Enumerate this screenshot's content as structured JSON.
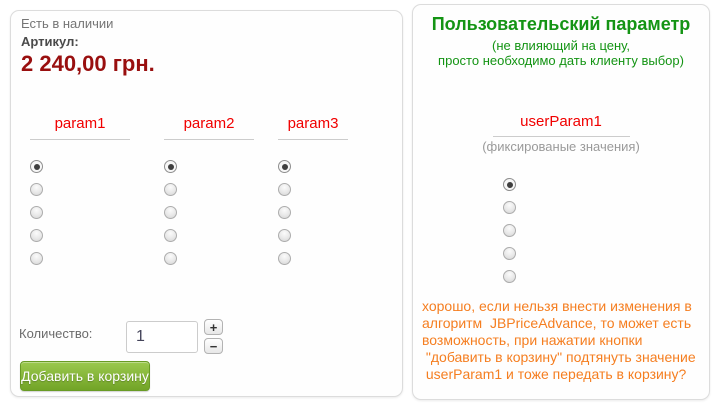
{
  "colors": {
    "panel_border": "#dcdcdc",
    "price_red": "#990f0f",
    "param_red": "#f10000",
    "title_green": "#149414",
    "note_orange": "#f57e20",
    "button_green": "#72a427",
    "gray_text": "#757575"
  },
  "left_panel": {
    "stock_status": "Есть в наличии",
    "sku_label": "Артикул:",
    "price": "2 240,00 грн.",
    "params": [
      {
        "label": "param1",
        "options": {
          "count": 5,
          "selected_index": 0
        }
      },
      {
        "label": "param2",
        "options": {
          "count": 5,
          "selected_index": 0
        }
      },
      {
        "label": "param3",
        "options": {
          "count": 5,
          "selected_index": 0
        }
      }
    ],
    "quantity": {
      "label": "Количество:",
      "value": "1",
      "increase_label": "+",
      "decrease_label": "−"
    },
    "add_to_cart_label": "Добавить в корзину"
  },
  "right_panel": {
    "title": "Пользовательский параметр",
    "subtitle_lines": [
      "(не влияющий на цену,",
      "просто необходимо дать клиенту выбор)"
    ],
    "param_label": "userParam1",
    "param_note": "(фиксированые значения)",
    "options": {
      "count": 5,
      "selected_index": 0
    },
    "note_lines": [
      "хорошо, если нельзя внести изменения в",
      "алгоритм  JBPriceAdvance, то может есть",
      "возможность, при нажатии кнопки",
      " \"добавить в корзину\" подтянуть значение",
      " userParam1 и тоже передать в корзину?"
    ]
  }
}
